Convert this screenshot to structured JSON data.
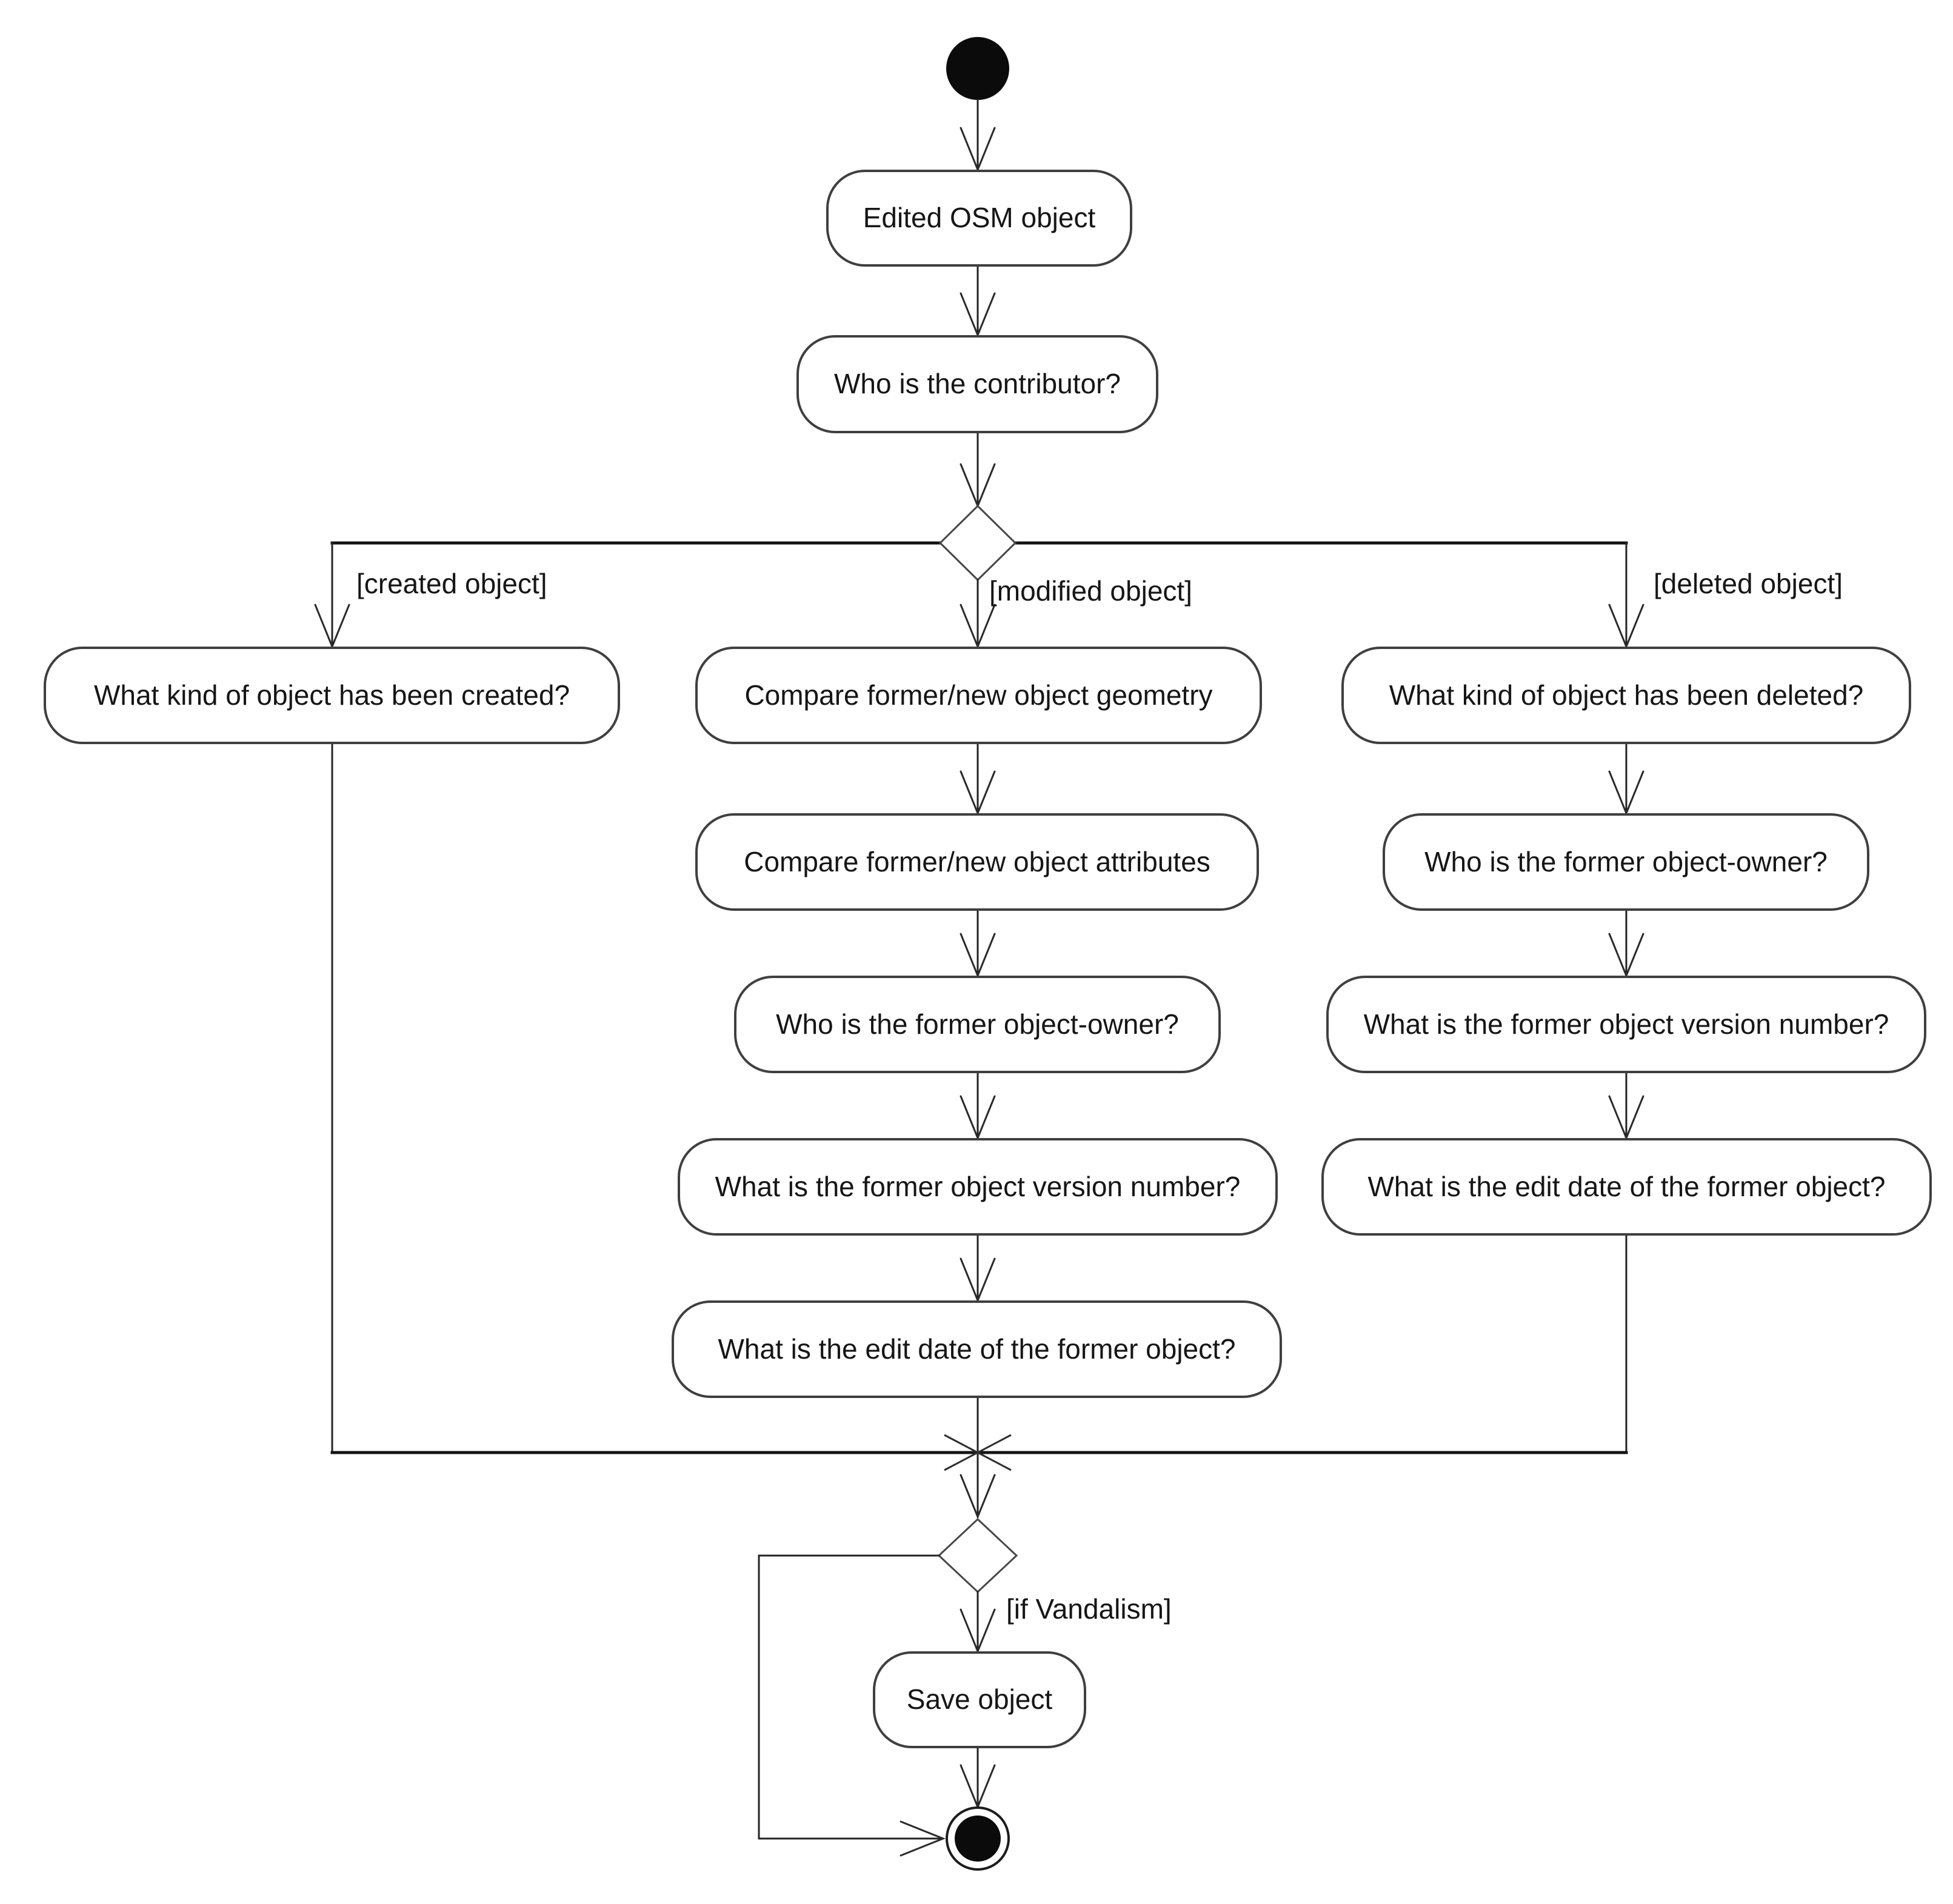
{
  "colors": {
    "background": "#ffffff",
    "line": "#232323",
    "node_fill": "#ffffff",
    "node_border": "#3f3f3f",
    "text": "#161616",
    "initial_final_fill": "#0b0b0b"
  },
  "shapes": {
    "initial_node": "filled-circle",
    "decision_node": "diamond",
    "merge_node": "crossed-lines",
    "final_node": "bullseye-circle",
    "arrowhead": "open-v"
  },
  "activities": {
    "edited_osm_object": "Edited OSM object",
    "who_is_contributor": "Who is the contributor?",
    "created_what_kind": "What kind of object has been created?",
    "compare_geometry": "Compare former/new object geometry",
    "compare_attributes": "Compare former/new object attributes",
    "modified_former_owner": "Who is the former object-owner?",
    "modified_version_number": "What is the former object version number?",
    "modified_edit_date": "What is the edit date of the former object?",
    "deleted_what_kind": "What kind of object has been deleted?",
    "deleted_former_owner": "Who is the former object-owner?",
    "deleted_version_number": "What is the former object version number?",
    "deleted_edit_date": "What is the edit date of the former object?",
    "save_object": "Save object"
  },
  "guards": {
    "created": "[created object]",
    "modified": "[modified object]",
    "deleted": "[deleted object]",
    "vandalism": "[if Vandalism]"
  }
}
